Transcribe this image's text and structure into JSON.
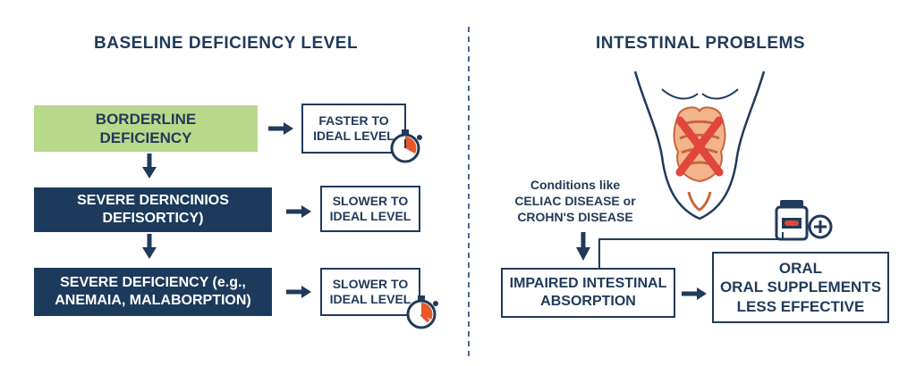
{
  "left": {
    "title": "BASELINE DEFICIENCY LEVEL",
    "levels": [
      {
        "label": "BORDERLINE\nDEFICIENCY",
        "outcome": "FASTER TO\nIDEAL LEVEL"
      },
      {
        "label": "SEVERE DERNCINIOS\nDEFISORTICY)",
        "outcome": "SLOWER TO\nIDEAL LEVEL"
      },
      {
        "label": "SEVERE DEFICIENCY (e.g.,\nANEMAIA, MALABORPTION)",
        "outcome": "SLOWER TO\nIDEAL LEVEL"
      }
    ]
  },
  "right": {
    "title": "INTESTINAL PROBLEMS",
    "conditions": "Conditions like\nCELIAC DISEASE or\nCROHN'S DISEASE",
    "impaired": "IMPAIRED INTESTINAL\nABSORPTION",
    "oral": "ORAL\nORAL SUPPLEMENTS\nLESS EFFECTIVE"
  },
  "colors": {
    "navy": "#1c3a5c",
    "green": "#b7d98b",
    "red_x": "#e0463a",
    "stopwatch_accent": "#e8572a"
  },
  "icons": [
    "right-arrow-icon",
    "down-arrow-icon",
    "stopwatch-icon",
    "torso-intestine-icon",
    "red-x-icon",
    "supplement-bottle-icon",
    "plus-icon"
  ]
}
